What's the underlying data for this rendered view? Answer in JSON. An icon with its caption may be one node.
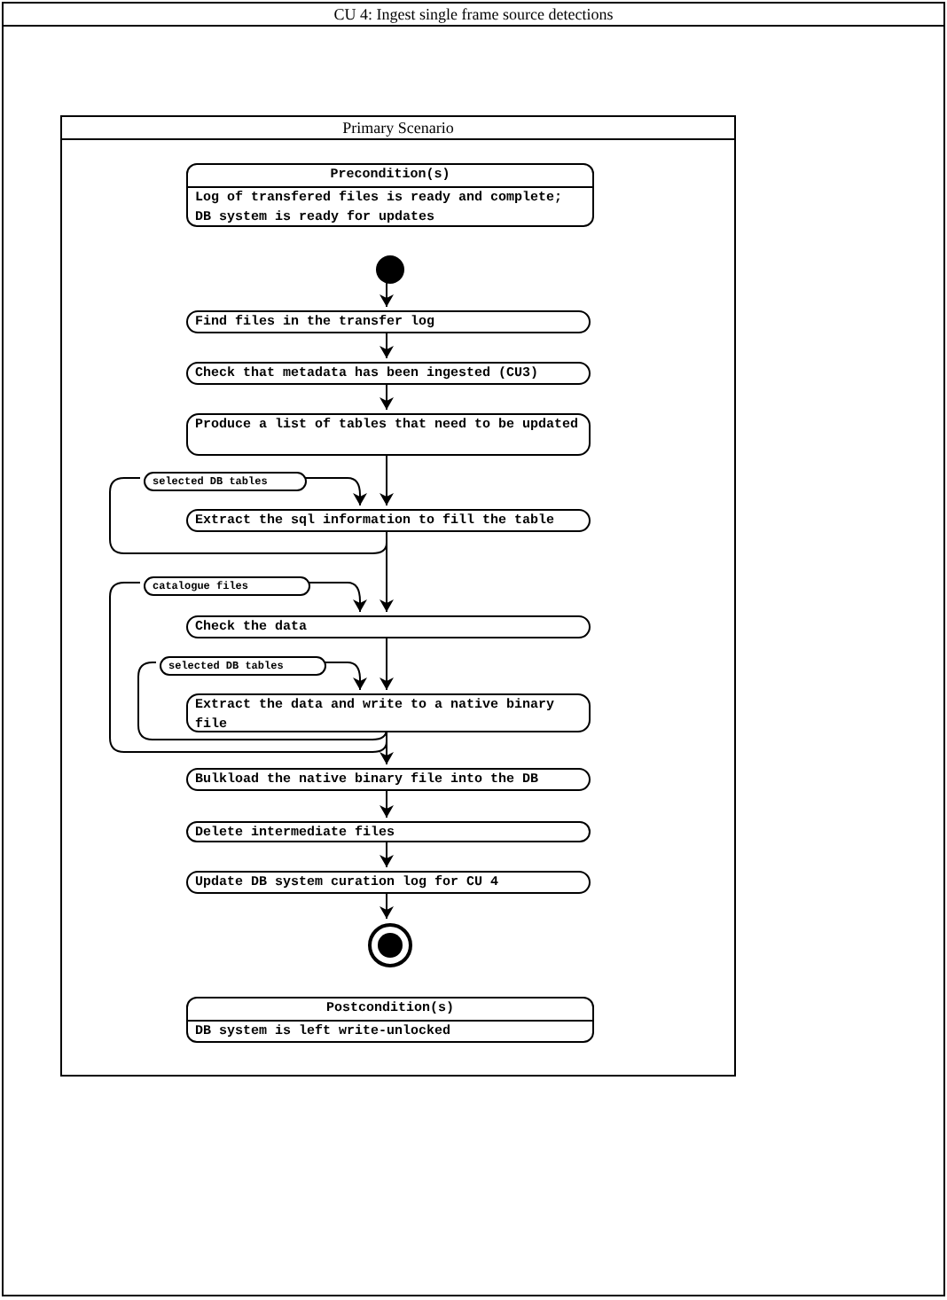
{
  "diagram": {
    "nodes": [
      {
        "text": [
          "CU 4: Ingest single frame source detections"
        ]
      },
      {
        "text": [
          "Primary Scenario"
        ],
        "in": 0
      },
      {
        "text": [
          "Precondition(s)",
          "Log of transfered files is ready and complete; DB system is ready for updates"
        ],
        "in": 1
      },
      {
        "text": [],
        "shape": "circle",
        "in": 1
      },
      {
        "text": [
          "Find files in the transfer log"
        ],
        "in": 1
      },
      {
        "text": [
          "Check that metadata has been ingested (CU3)"
        ],
        "in": 1
      },
      {
        "text": [
          "Produce a list of tables that need to be updated"
        ],
        "in": 1
      },
      {
        "text": [
          "selected DB tables"
        ],
        "in": 1
      },
      {
        "text": [
          "Extract the sql information to fill the table"
        ],
        "in": 1
      },
      {
        "text": [
          "catalogue files"
        ],
        "in": 1
      },
      {
        "text": [
          "Check the data"
        ],
        "in": 1
      },
      {
        "text": [
          "selected DB tables"
        ],
        "in": 1
      },
      {
        "text": [
          "Extract the data and write to a native binary file"
        ],
        "in": 1
      },
      {
        "text": [
          "Bulkload the native binary file into the DB"
        ],
        "in": 1
      },
      {
        "text": [
          "Delete intermediate files"
        ],
        "in": 1
      },
      {
        "text": [
          "Update DB system curation log for CU 4"
        ],
        "in": 1
      },
      {
        "text": [],
        "shape": "circle",
        "in": 1
      },
      {
        "text": [
          "Postcondition(s)",
          "DB system is left write-unlocked"
        ],
        "in": 1
      }
    ],
    "edges": [
      {
        "from": 3,
        "to": 4,
        "arrow": "to"
      },
      {
        "from": 4,
        "to": 5,
        "arrow": "to"
      },
      {
        "from": 5,
        "to": 6,
        "arrow": "to"
      },
      {
        "from": 6,
        "to": 8,
        "arrow": "to"
      },
      {
        "from": 7,
        "to": 8,
        "arrow": "to"
      },
      {
        "from": 8,
        "to": 7,
        "arrow": "none"
      },
      {
        "from": 8,
        "to": 10,
        "arrow": "to"
      },
      {
        "from": 9,
        "to": 10,
        "arrow": "to"
      },
      {
        "from": 11,
        "to": 12,
        "arrow": "to"
      },
      {
        "from": 12,
        "to": 11,
        "arrow": "none"
      },
      {
        "from": 10,
        "to": 12,
        "arrow": "to"
      },
      {
        "from": 12,
        "to": 9,
        "arrow": "none"
      },
      {
        "from": 12,
        "to": 13,
        "arrow": "to"
      },
      {
        "from": 13,
        "to": 14,
        "arrow": "to"
      },
      {
        "from": 14,
        "to": 15,
        "arrow": "to"
      },
      {
        "from": 15,
        "to": 16,
        "arrow": "to"
      }
    ]
  }
}
